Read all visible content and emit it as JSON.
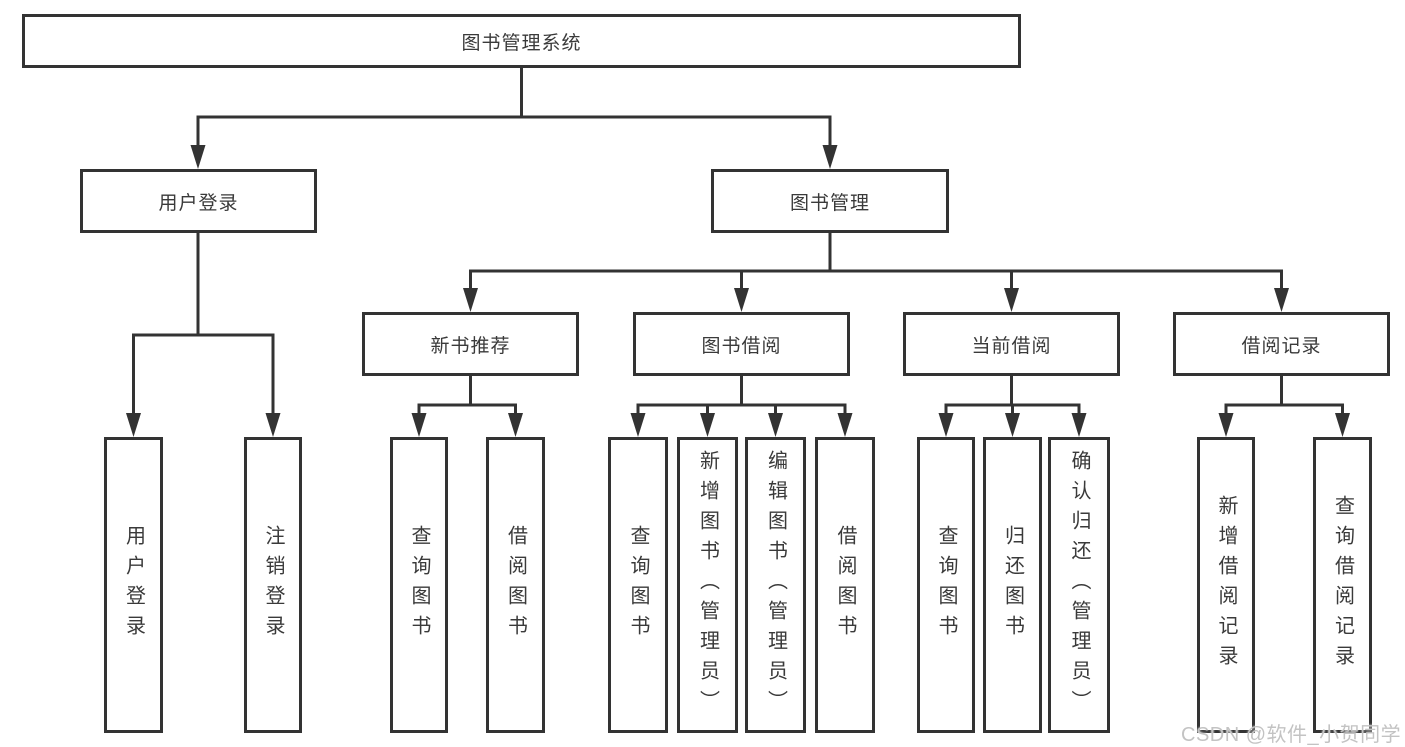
{
  "tree": {
    "root": {
      "label": "图书管理系统"
    },
    "branches": [
      {
        "label": "用户登录",
        "children": [
          {
            "label": "用户登录"
          },
          {
            "label": "注销登录"
          }
        ]
      },
      {
        "label": "图书管理",
        "children": [
          {
            "label": "新书推荐",
            "children": [
              {
                "label": "查询图书"
              },
              {
                "label": "借阅图书"
              }
            ]
          },
          {
            "label": "图书借阅",
            "children": [
              {
                "label": "查询图书"
              },
              {
                "label": "新增图书（管理员）"
              },
              {
                "label": "编辑图书（管理员）"
              },
              {
                "label": "借阅图书"
              }
            ]
          },
          {
            "label": "当前借阅",
            "children": [
              {
                "label": "查询图书"
              },
              {
                "label": "归还图书"
              },
              {
                "label": "确认归还（管理员）"
              }
            ]
          },
          {
            "label": "借阅记录",
            "children": [
              {
                "label": "新增借阅记录"
              },
              {
                "label": "查询借阅记录"
              }
            ]
          }
        ]
      }
    ]
  },
  "watermark": {
    "text": "CSDN @软件_小贺同学"
  },
  "colors": {
    "line": "#333333",
    "text": "#3a3a3a",
    "background": "#ffffff",
    "watermark": "#c3c3c3"
  }
}
